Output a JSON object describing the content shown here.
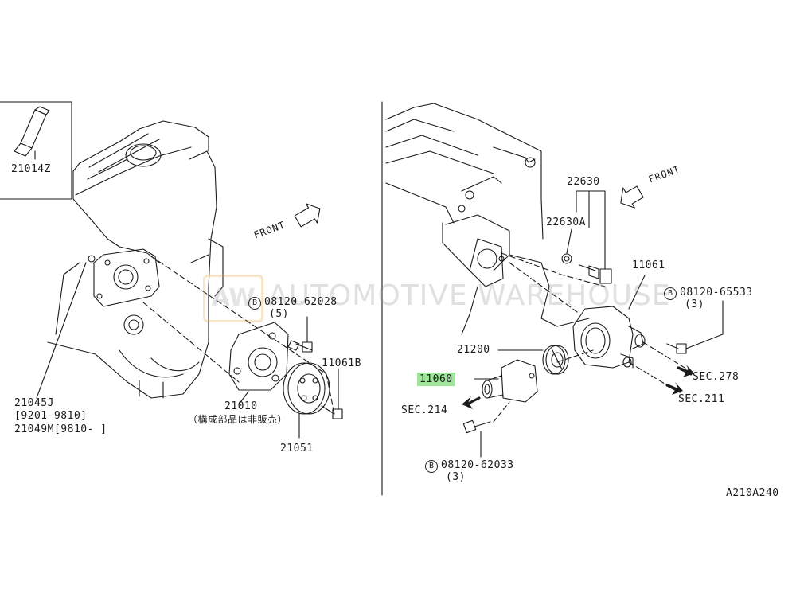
{
  "watermark": {
    "logo_text": "AW",
    "text": "AUTOMOTIVE WAREHOUSE"
  },
  "left_panel": {
    "inset_part": "21014Z",
    "front_label": "FRONT",
    "parts": {
      "gasket_main": "21045J",
      "gasket_range": "[9201-9810]",
      "gasket_alt": "21049M[9810- ]",
      "pump": "21010",
      "pump_note": "（構成部品は非販売）",
      "pulley": "21051",
      "pulley_bolt": "11061B"
    },
    "bolt_ref": {
      "letter": "B",
      "part": "08120-62028",
      "qty": "(5)"
    }
  },
  "right_panel": {
    "front_label": "FRONT",
    "parts": {
      "sensor": "22630",
      "sensor_washer": "22630A",
      "housing": "11061",
      "thermostat": "21200",
      "outlet": "11060"
    },
    "bolt_ref_top": {
      "letter": "B",
      "part": "08120-65533",
      "qty": "(3)"
    },
    "bolt_ref_bottom": {
      "letter": "B",
      "part": "08120-62033",
      "qty": "(3)"
    },
    "sections": {
      "sec_278": "SEC.278",
      "sec_211": "SEC.211",
      "sec_214": "SEC.214"
    }
  },
  "diagram_code": "A210A240",
  "colors": {
    "line": "#1a1a1a",
    "highlight": "#9ee69a",
    "watermark_accent": "#e2a640"
  }
}
